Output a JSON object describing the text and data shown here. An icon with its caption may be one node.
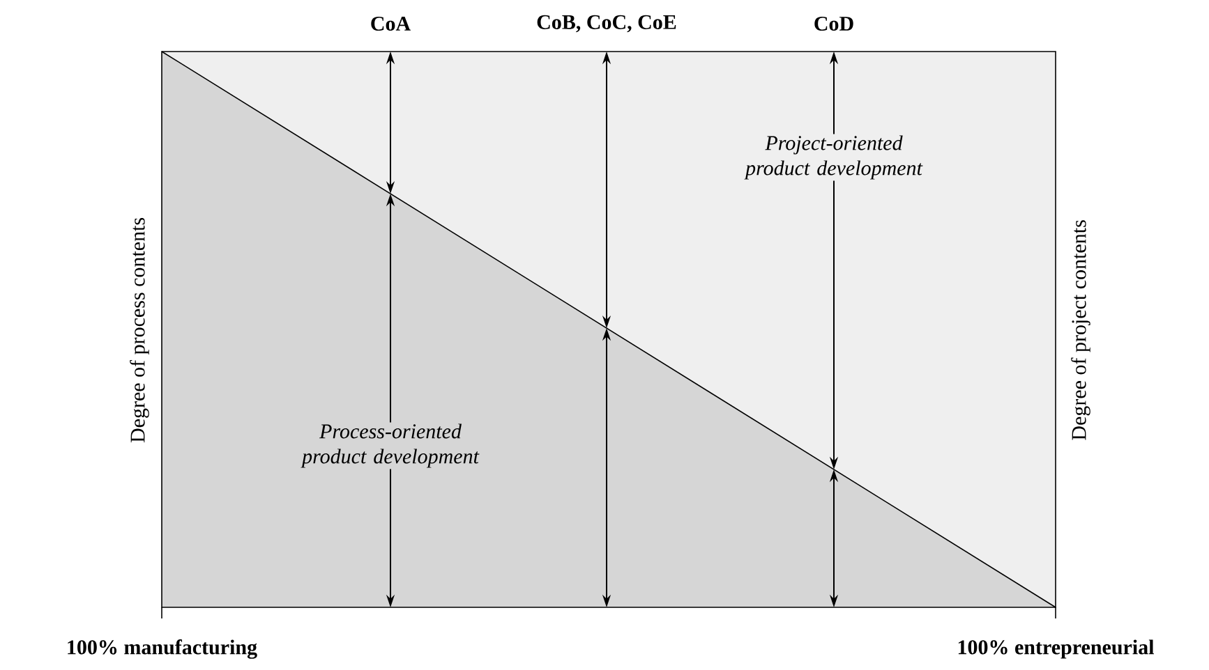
{
  "diagram": {
    "labels": [
      "CoA",
      "CoB, CoC, CoE",
      "CoD",
      "Degree of process contents",
      "Project-oriented product development",
      "Process-oriented product development",
      "Degree of project contents",
      "100% manufacturing",
      "100% entrepreneurial"
    ]
  }
}
